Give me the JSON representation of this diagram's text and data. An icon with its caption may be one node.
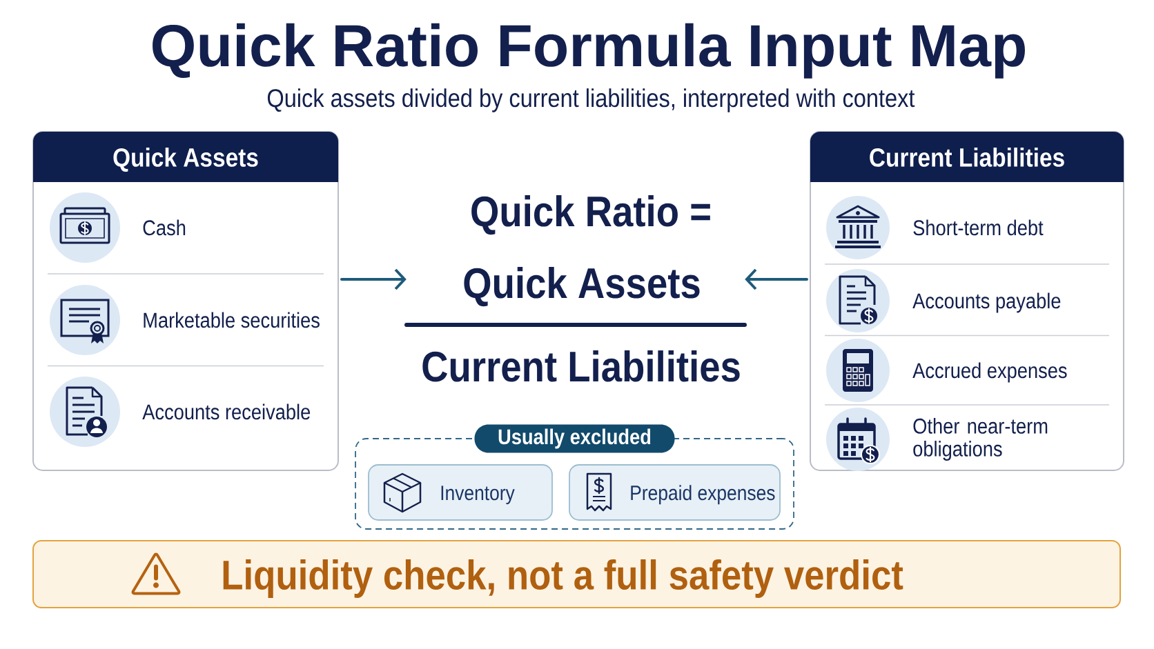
{
  "diagram": {
    "title": "Quick Ratio Formula Input Map",
    "nodes": [
      {
        "text": [
          "Quick Assets"
        ]
      },
      {
        "text": [
          "Cash"
        ],
        "in": 0
      },
      {
        "text": [
          "Marketable securities"
        ],
        "in": 0
      },
      {
        "text": [
          "Accounts receivable"
        ],
        "in": 0
      },
      {
        "text": [
          "Quick Ratio =",
          "Quick Assets",
          "Current Liabilities"
        ]
      },
      {
        "text": [
          "Current Liabilities"
        ]
      },
      {
        "text": [
          "Short-term debt"
        ],
        "in": 5
      },
      {
        "text": [
          "Accounts payable"
        ],
        "in": 5
      },
      {
        "text": [
          "Accrued expenses"
        ],
        "in": 5
      },
      {
        "text": [
          "Other near-term obligations"
        ],
        "in": 5
      },
      {
        "text": [
          "Usually excluded"
        ]
      },
      {
        "text": [
          "Inventory"
        ],
        "in": 10
      },
      {
        "text": [
          "Prepaid expenses"
        ],
        "in": 10
      },
      {
        "text": [
          "Liquidity check, not a full safety verdict"
        ]
      }
    ],
    "edges": [
      {
        "from": 0,
        "to": 4,
        "arrow": "to"
      },
      {
        "from": 5,
        "to": 4,
        "arrow": "to"
      }
    ],
    "labels": [
      "Quick assets divided by current liabilities, interpreted with context"
    ]
  }
}
